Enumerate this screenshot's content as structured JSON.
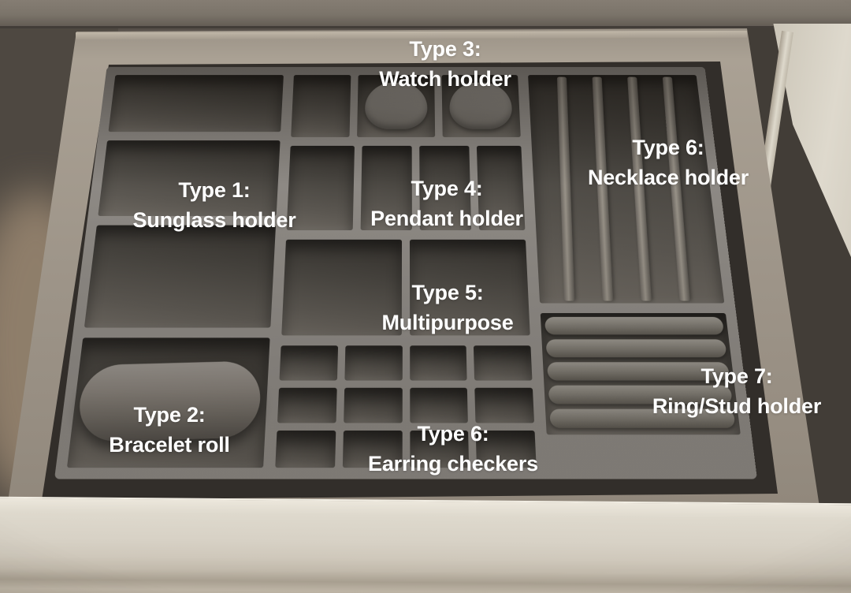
{
  "scene": {
    "subject": "Open drawer with grey velvet jewelry organizer inserts, annotated with type labels"
  },
  "labels": [
    {
      "id": "watch-holder",
      "line1": "Type 3:",
      "line2": "Watch holder"
    },
    {
      "id": "sunglass-holder",
      "line1": "Type 1:",
      "line2": "Sunglass holder"
    },
    {
      "id": "pendant-holder",
      "line1": "Type 4:",
      "line2": "Pendant holder"
    },
    {
      "id": "necklace-holder",
      "line1": "Type 6:",
      "line2": "Necklace holder"
    },
    {
      "id": "multipurpose",
      "line1": "Type 5:",
      "line2": "Multipurpose"
    },
    {
      "id": "bracelet-roll",
      "line1": "Type 2:",
      "line2": "Bracelet roll"
    },
    {
      "id": "earring-checkers",
      "line1": "Type 6:",
      "line2": "Earring checkers"
    },
    {
      "id": "ring-stud-holder",
      "line1": "Type 7:",
      "line2": "Ring/Stud holder"
    }
  ],
  "colors": {
    "label_text": "#ffffff",
    "velvet_wall": "#8d8984",
    "velvet_interior_dark": "#44413e",
    "wood_frame": "#a29a8d",
    "drawer_front": "#d9d3c7",
    "cabinet_surround": "#57504a",
    "side_panel": "#ded9cd"
  }
}
